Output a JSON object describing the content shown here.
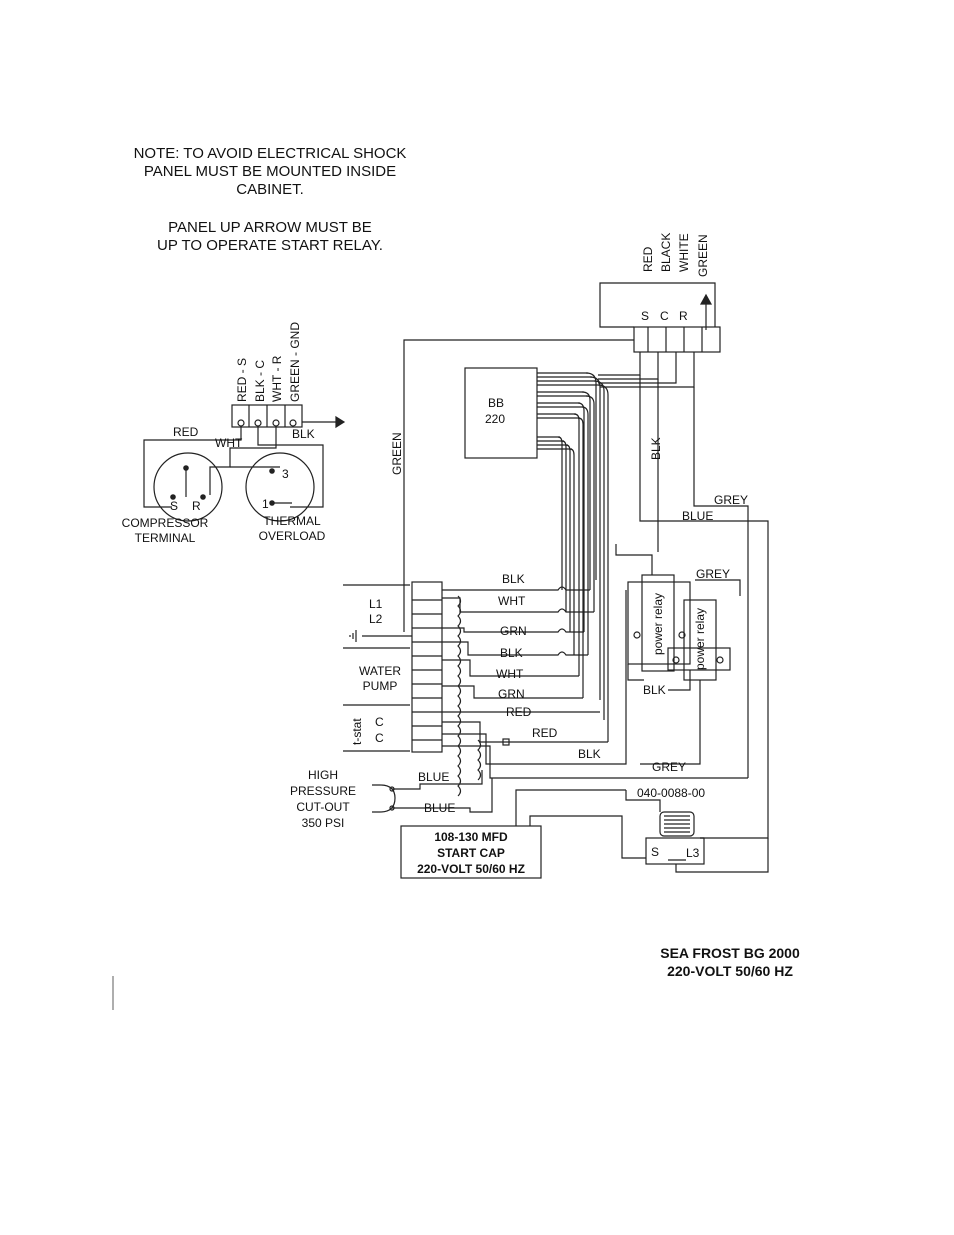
{
  "notes": {
    "shock_line1": "NOTE:  TO AVOID ELECTRICAL SHOCK",
    "shock_line2": "PANEL MUST BE MOUNTED INSIDE",
    "shock_line3": "CABINET.",
    "arrow_line1": "PANEL UP ARROW MUST BE",
    "arrow_line2": "UP TO OPERATE START RELAY."
  },
  "title": {
    "line1": "SEA FROST BG 2000",
    "line2": "220-VOLT 50/60 HZ"
  },
  "compressor_block": {
    "strip_labels": [
      "RED - S",
      "BLK - C",
      "WHT - R",
      "GREEN - GND"
    ],
    "wire_red": "RED",
    "wire_wht": "WHT",
    "wire_blk": "BLK",
    "pin_s": "S",
    "pin_r": "R",
    "pin_3": "3",
    "pin_1": "1",
    "compressor_line1": "COMPRESSOR",
    "compressor_line2": "TERMINAL",
    "overload_line1": "THERMAL",
    "overload_line2": "OVERLOAD"
  },
  "top_terminal": {
    "wire_colors": [
      "RED",
      "BLACK",
      "WHITE",
      "GREEN"
    ],
    "pins": [
      "S",
      "C",
      "R"
    ]
  },
  "module": {
    "line1": "BB",
    "line2": "220"
  },
  "terminal_strip": {
    "l1": "L1",
    "l2": "L2",
    "water_line1": "WATER",
    "water_line2": "PUMP",
    "tstat": "t-stat",
    "c1": "C",
    "c2": "C"
  },
  "wires": {
    "green": "GREEN",
    "blk_vertical": "BLK",
    "grey_top": "GREY",
    "blue_top": "BLUE",
    "grey_mid": "GREY",
    "blk_relay": "BLK",
    "grey_bottom": "GREY",
    "blk1": "BLK",
    "wht1": "WHT",
    "grn1": "GRN",
    "blk2": "BLK",
    "wht2": "WHT",
    "grn2": "GRN",
    "red1": "RED",
    "red2": "RED",
    "blk3": "BLK",
    "blue1": "BLUE",
    "blue2": "BLUE"
  },
  "relays": {
    "relay1": "power relay",
    "relay2": "power relay"
  },
  "pressure_switch": {
    "line1": "HIGH",
    "line2": "PRESSURE",
    "line3": "CUT-OUT",
    "line4": "350 PSI"
  },
  "start_cap": {
    "line1": "108-130 MFD",
    "line2": "START CAP",
    "line3": "220-VOLT 50/60 HZ"
  },
  "start_relay": {
    "part_number": "040-0088-00",
    "pin_s": "S",
    "pin_l3": "L3"
  }
}
